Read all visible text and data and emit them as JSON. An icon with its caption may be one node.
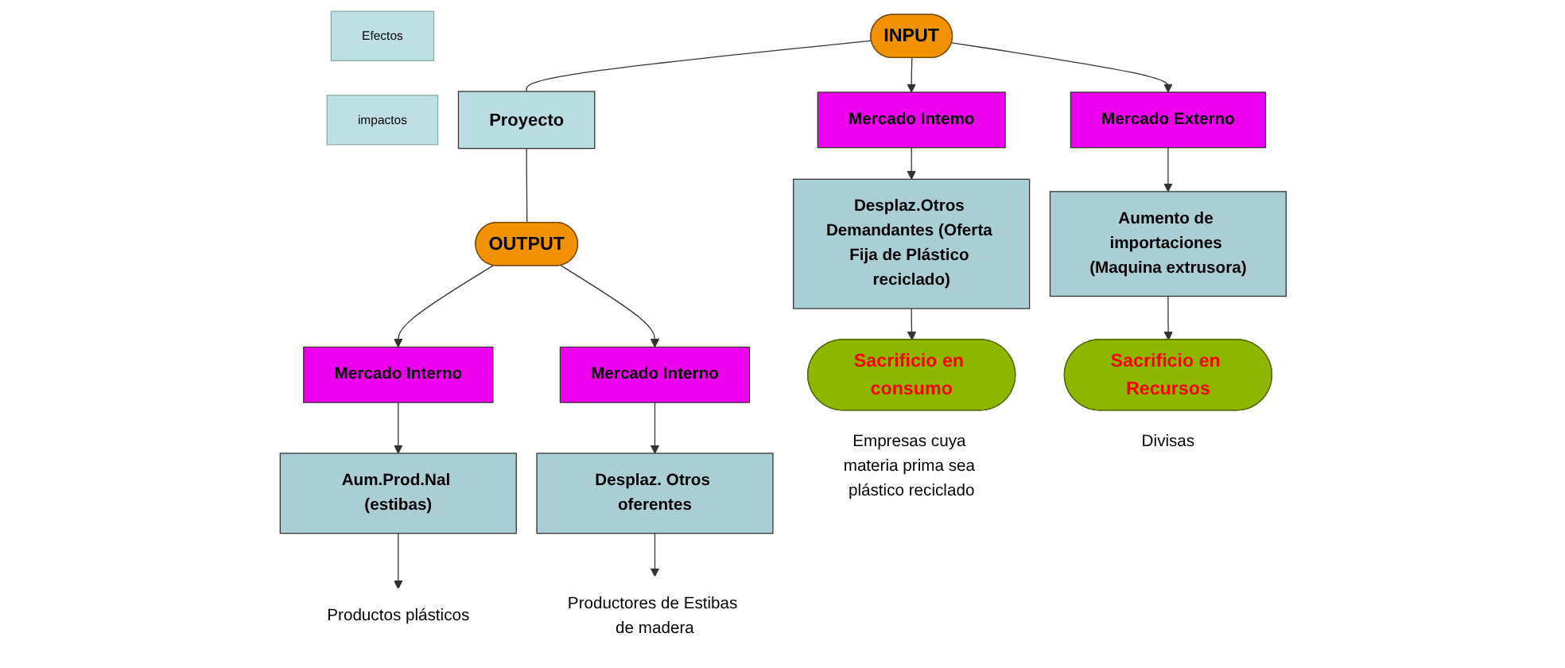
{
  "diagram": {
    "nodes": [
      {
        "text": [
          "INPUT"
        ]
      },
      {
        "text": [
          "Proyecto"
        ]
      },
      {
        "text": [
          "OUTPUT"
        ]
      },
      {
        "text": [
          "Mercado Intemo"
        ]
      },
      {
        "text": [
          "Mercado Externo"
        ]
      },
      {
        "text": [
          "Mercado Interno"
        ]
      },
      {
        "text": [
          "Mercado Interno"
        ]
      },
      {
        "text": [
          "Efectos"
        ]
      },
      {
        "text": [
          "Desplaz.Otros Demandantes (Oferta Fija de Plástico reciclado)"
        ]
      },
      {
        "text": [
          "Aumento de importaciones (Maquina extrusora)"
        ]
      },
      {
        "text": [
          "Aum.Prod.Nal (estibas)"
        ]
      },
      {
        "text": [
          "Desplaz. Otros oferentes"
        ]
      },
      {
        "text": [
          "impactos"
        ]
      },
      {
        "text": [
          "Sacrificio en consumo"
        ],
        "beside": [
          "Empresas cuya materia prima sea plástico reciclado"
        ]
      },
      {
        "text": [
          "Sacrificio en Recursos"
        ],
        "beside": [
          "Divisas"
        ]
      },
      {
        "text": [
          "Productos plásticos"
        ]
      },
      {
        "text": [
          "Productores de Estibas de madera"
        ]
      }
    ],
    "edges": [
      {
        "from": 0,
        "to": 1,
        "arrow": "none"
      },
      {
        "from": 1,
        "to": 2,
        "arrow": "none"
      },
      {
        "from": 0,
        "to": 3,
        "arrow": "to"
      },
      {
        "from": 0,
        "to": 4,
        "arrow": "to"
      },
      {
        "from": 2,
        "to": 5,
        "arrow": "to"
      },
      {
        "from": 2,
        "to": 6,
        "arrow": "to"
      },
      {
        "from": 3,
        "to": 8,
        "arrow": "to"
      },
      {
        "from": 4,
        "to": 9,
        "arrow": "to"
      },
      {
        "from": 5,
        "to": 10,
        "arrow": "to"
      },
      {
        "from": 6,
        "to": 11,
        "arrow": "to"
      },
      {
        "from": 8,
        "to": 13,
        "arrow": "to"
      },
      {
        "from": 9,
        "to": 14,
        "arrow": "to"
      },
      {
        "from": 10,
        "to": 15,
        "arrow": "to"
      },
      {
        "from": 11,
        "to": 16,
        "arrow": "to"
      }
    ]
  }
}
